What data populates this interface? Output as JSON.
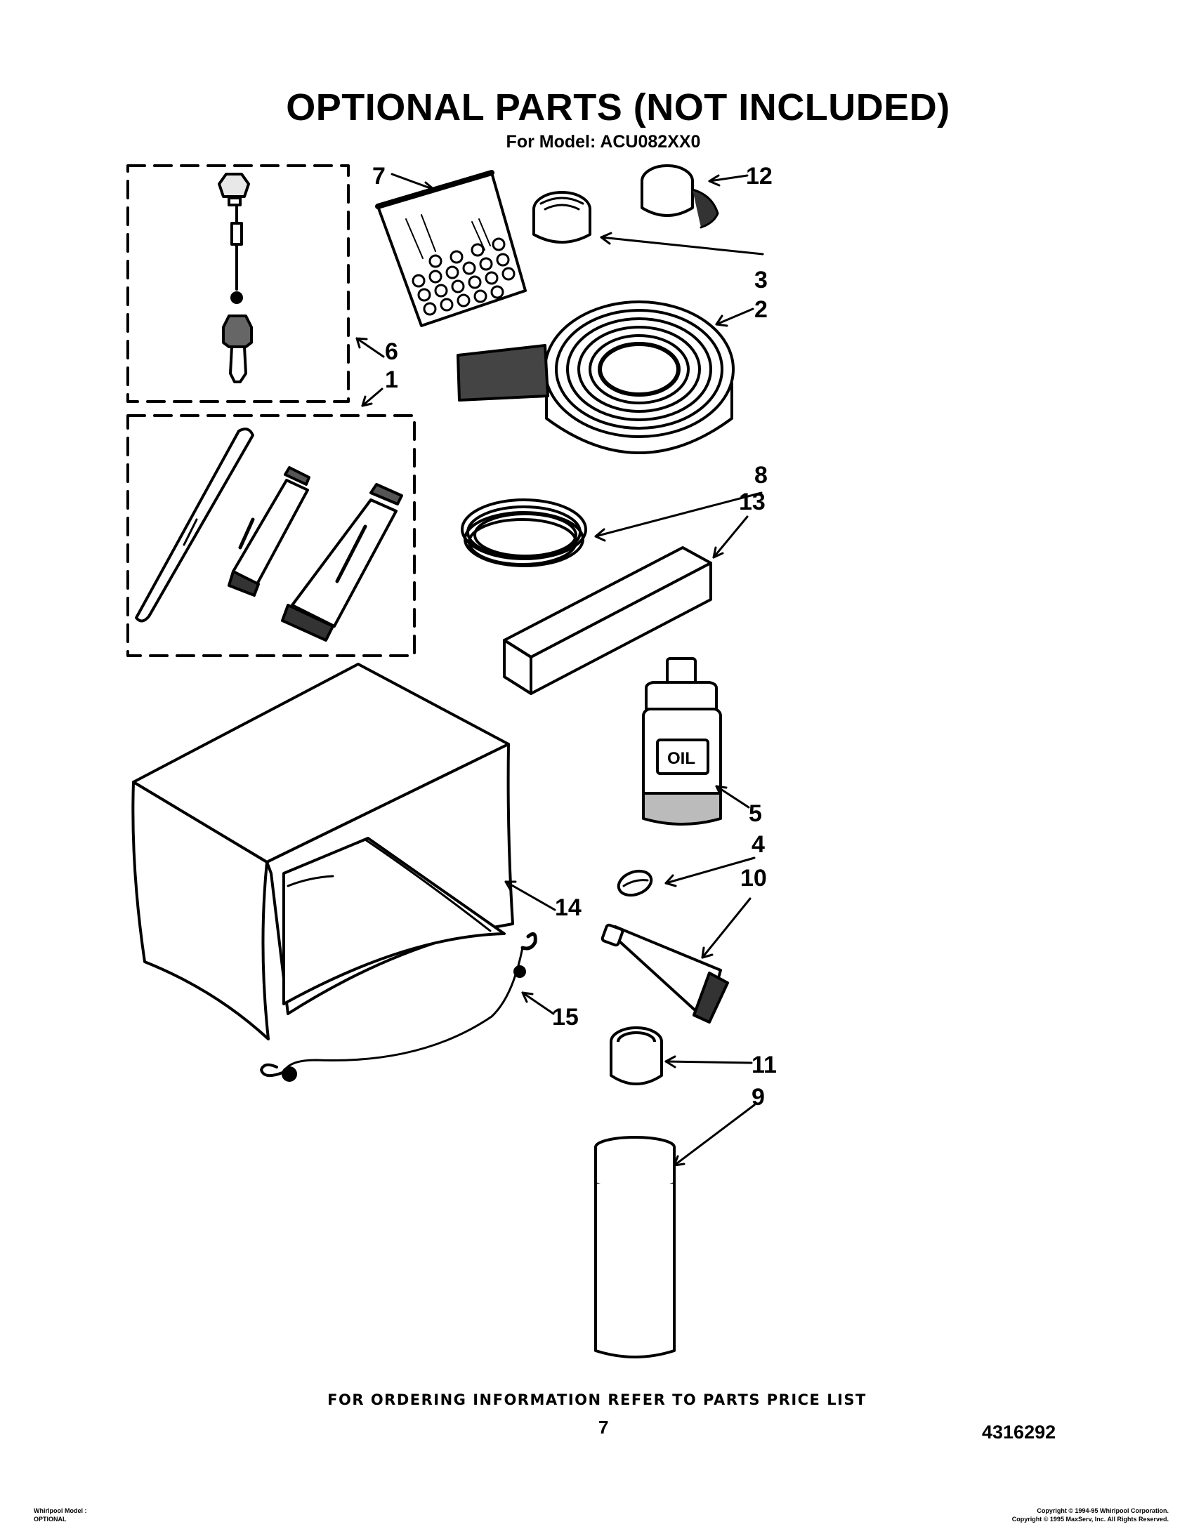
{
  "header": {
    "title": "OPTIONAL PARTS (NOT INCLUDED)",
    "subtitle": "For Model: ACU082XX0"
  },
  "diagram": {
    "callouts": [
      "1",
      "2",
      "3",
      "4",
      "5",
      "6",
      "7",
      "8",
      "9",
      "10",
      "11",
      "12",
      "13",
      "14",
      "15"
    ],
    "bottle_label": "OIL"
  },
  "footer": {
    "ordering_note": "FOR ORDERING INFORMATION REFER TO PARTS PRICE LIST",
    "page_number": "7",
    "document_number": "4316292",
    "model_label_line1": "Whirlpool Model :",
    "model_label_line2": "OPTIONAL",
    "copyright_line1": "Copyright © 1994-95 Whirlpool Corporation.",
    "copyright_line2": "Copyright © 1995 MaxServ, Inc.  All Rights Reserved."
  }
}
